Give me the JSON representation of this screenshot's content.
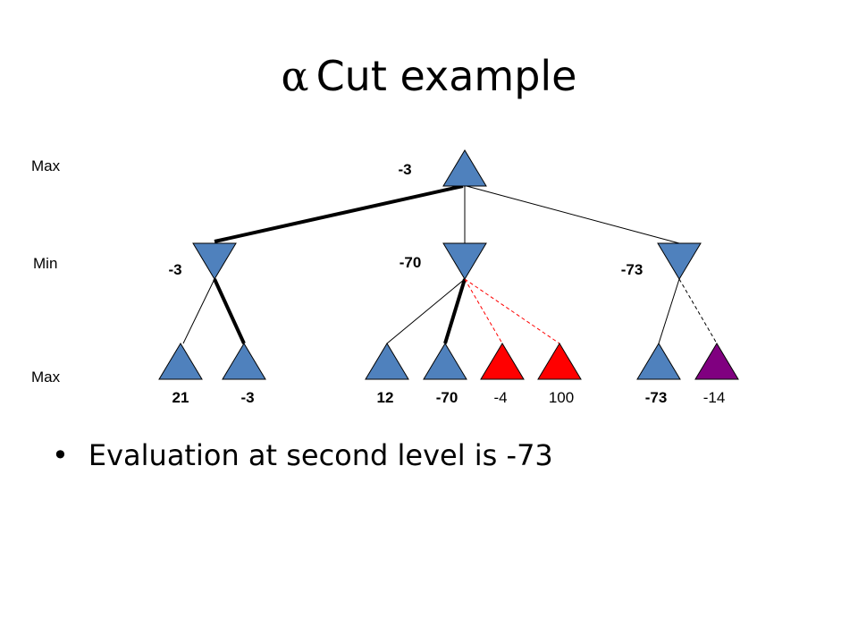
{
  "title": {
    "symbol": "α",
    "text": "Cut example"
  },
  "levels": {
    "top": "Max",
    "middle": "Min",
    "bottom": "Max"
  },
  "root": {
    "value": "-3"
  },
  "min_nodes": [
    {
      "value": "-3"
    },
    {
      "value": "-70"
    },
    {
      "value": "-73"
    }
  ],
  "leaves": [
    {
      "value": "21",
      "bold": true
    },
    {
      "value": "-3",
      "bold": true
    },
    {
      "value": "12",
      "bold": true
    },
    {
      "value": "-70",
      "bold": true
    },
    {
      "value": "-4",
      "bold": false
    },
    {
      "value": "100",
      "bold": false
    },
    {
      "value": "-73",
      "bold": true
    },
    {
      "value": "-14",
      "bold": false
    }
  ],
  "colors": {
    "node": "#4f81bd",
    "cut": "#ff0000",
    "pruned": "#800080",
    "cut_line": "#ff0000",
    "edge": "#000000"
  },
  "bullets": [
    "Evaluation at second level is -73"
  ]
}
